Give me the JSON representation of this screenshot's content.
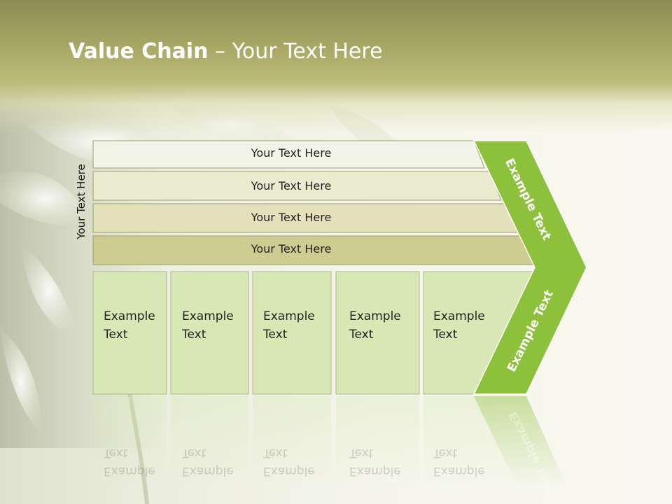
{
  "slide": {
    "title_bold": "Value Chain",
    "title_rest": " – Your Text Here"
  },
  "diagram": {
    "side_label": "Your Text Here",
    "bars": [
      {
        "label": "Your Text Here"
      },
      {
        "label": "Your Text Here"
      },
      {
        "label": "Your Text Here"
      },
      {
        "label": "Your Text Here"
      }
    ],
    "boxes": [
      {
        "line1": "Example",
        "line2": "Text"
      },
      {
        "line1": "Example",
        "line2": "Text"
      },
      {
        "line1": "Example",
        "line2": "Text"
      },
      {
        "line1": "Example",
        "line2": "Text"
      },
      {
        "line1": "Example",
        "line2": "Text"
      }
    ],
    "chevron_upper": "Example Text",
    "chevron_lower": "Example Text"
  },
  "colors": {
    "chevron": "#8dc13c",
    "box_fill": "#d8e8b4",
    "bar_fills": [
      "#f2f4e8",
      "#ebebcf",
      "#e2e1b9",
      "#cfcc92"
    ]
  }
}
